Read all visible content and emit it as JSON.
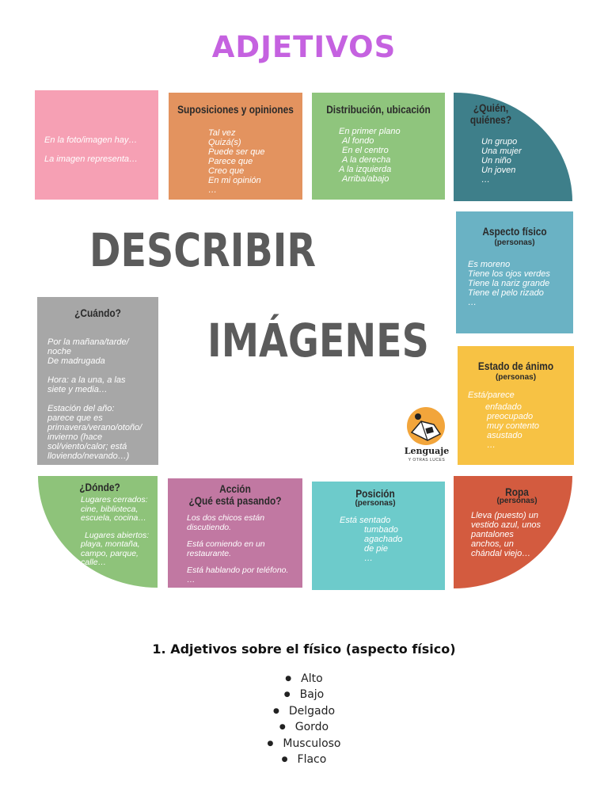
{
  "title": "ADJETIVOS",
  "infographic": {
    "heading_line1": "DESCRIBIR",
    "heading_line2": "IMÁGENES",
    "logo_text": "Lenguaje",
    "logo_subtext": "Y OTRAS LUCES",
    "tiles": {
      "intro": {
        "lines": [
          "En la foto/imagen hay…",
          "",
          "La imagen representa…"
        ],
        "color": "#f6a0b4"
      },
      "suposiciones": {
        "heading": "Suposiciones y opiniones",
        "lines": [
          "Tal vez",
          "Quizá(s)",
          "Puede ser que",
          "Parece que",
          "Creo que",
          "En mi opinión",
          "…"
        ],
        "color": "#e3935f"
      },
      "distribucion": {
        "heading": "Distribución, ubicación",
        "lines": [
          "En primer plano",
          "Al fondo",
          "En el centro",
          "A la derecha",
          "A la izquierda",
          "Arriba/abajo"
        ],
        "color": "#8fc57d"
      },
      "quien": {
        "heading": "¿Quién, quiénes?",
        "lines": [
          "Un grupo",
          "Una mujer",
          "Un niño",
          "Un joven",
          "…"
        ],
        "color": "#3e7f8a"
      },
      "aspecto": {
        "heading": "Aspecto físico",
        "subheading": "(personas)",
        "lines": [
          "Es moreno",
          "Tiene los ojos verdes",
          "Tiene la nariz grande",
          "Tiene el pelo rizado",
          "…"
        ],
        "color": "#6ab2c4"
      },
      "cuando": {
        "heading": "¿Cuándo?",
        "lines": [
          "Por la mañana/tarde/",
          "noche",
          "De madrugada",
          "",
          "Hora: a la una, a las",
          "siete y media…",
          "",
          "Estación del año:",
          "parece que es",
          "primavera/verano/otoño/",
          "invierno (hace",
          "sol/viento/calor; está",
          "lloviendo/nevando…)"
        ],
        "color": "#a7a7a7"
      },
      "animo": {
        "heading": "Estado de ánimo",
        "subheading": "(personas)",
        "lines": [
          "Está/parece",
          "enfadado",
          "preocupado",
          "muy contento",
          "asustado",
          "…"
        ],
        "color": "#f7c244"
      },
      "donde": {
        "heading": "¿Dónde?",
        "lines": [
          "Lugares cerrados:",
          "cine, biblioteca,",
          "escuela, cocina…",
          "",
          "Lugares abiertos:",
          "playa, montaña,",
          "campo, parque,",
          "calle…"
        ],
        "color": "#8ec37a"
      },
      "accion": {
        "heading": "Acción",
        "heading2": "¿Qué está pasando?",
        "lines": [
          "Los dos chicos están",
          "discutiendo.",
          "",
          "Está comiendo en un",
          "restaurante.",
          "",
          "Está hablando por teléfono.",
          "…"
        ],
        "color": "#c178a2"
      },
      "posicion": {
        "heading": "Posición",
        "subheading": "(personas)",
        "lines": [
          "Está  sentado",
          "tumbado",
          "agachado",
          "de pie",
          "…"
        ],
        "color": "#6dcbcb"
      },
      "ropa": {
        "heading": "Ropa",
        "subheading": "(personas)",
        "lines": [
          "Lleva (puesto) un",
          "vestido azul, unos",
          "pantalones",
          "anchos, un",
          "chándal viejo…"
        ],
        "color": "#d35b3f"
      }
    }
  },
  "section": {
    "heading": "1. Adjetivos sobre el físico (aspecto físico)",
    "items": [
      "Alto",
      "Bajo",
      "Delgado",
      "Gordo",
      "Musculoso",
      "Flaco"
    ]
  }
}
